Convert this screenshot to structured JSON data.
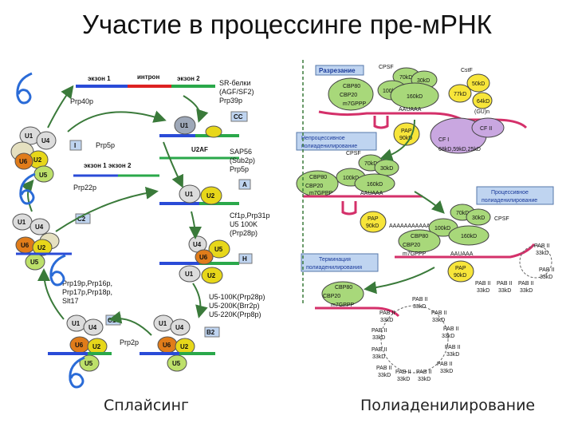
{
  "title": "Участие в процессинге пре-мРНК",
  "captions": {
    "left": "Сплайсинг",
    "right": "Полиаденилирование"
  },
  "splicing": {
    "exon1": "экзон 1",
    "intron": "интрон",
    "exon2": "экзон 2",
    "sr": [
      "SR-белки",
      "(AGF/SF2)",
      "Prp39p"
    ],
    "prp40": "Prp40p",
    "u1": "U1",
    "u2": "U2",
    "u4": "U4",
    "u5": "U5",
    "u6": "U6",
    "u2af": "U2AF",
    "cc": "CC",
    "box_i": "I",
    "prp5": "Prp5p",
    "exon12": "экзон 1 экзон 2",
    "sap": [
      "SAP56",
      "(Sub2p)",
      "Prp5p"
    ],
    "prp22": "Prp22p",
    "box_a": "A",
    "cf1": [
      "Cf1p,Prp31p",
      "U5 100K",
      "(Prp28p)"
    ],
    "box_c2": "C2",
    "box_h": "H",
    "prp": [
      "Prp19p,Prp16p,",
      "Prp17p,Prp18p,",
      "Slt17"
    ],
    "u5k": [
      "U5-100K(Prp28p)",
      "U5-200K(Brr2p)",
      "U5-220K(Prp8p)"
    ],
    "box_c1": "C1",
    "prp2": "Prp2p",
    "box_b2": "B2"
  },
  "poly": {
    "cleavage": "Разрезание",
    "cpsf": "CPSF",
    "cstf": "CstF",
    "k70": "70kD",
    "k30": "30kD",
    "k100": "100kD",
    "k160": "160kD",
    "k50": "50kD",
    "k77": "77kD",
    "k64": "64kD",
    "cbp80": "CBP80",
    "cbp20": "CBP20",
    "cap": "m7GPPP",
    "aauaaa": "AAUAAA",
    "gu": "(GU)n",
    "pap": "PAP",
    "k90": "90kD",
    "cfii": "CF II",
    "cfi": "CF I",
    "cfi_sub": "68kD,59kD,25kD",
    "unprocessed": [
      "Непроцессивное",
      "полиаденилирование"
    ],
    "processive": [
      "Процессивное",
      "полиаденилирование"
    ],
    "termination": [
      "Терминация",
      "полиаденилирования"
    ],
    "pabii": "PAB II",
    "k33": "33kD",
    "aaa": "AAAAAAAAAAA"
  }
}
